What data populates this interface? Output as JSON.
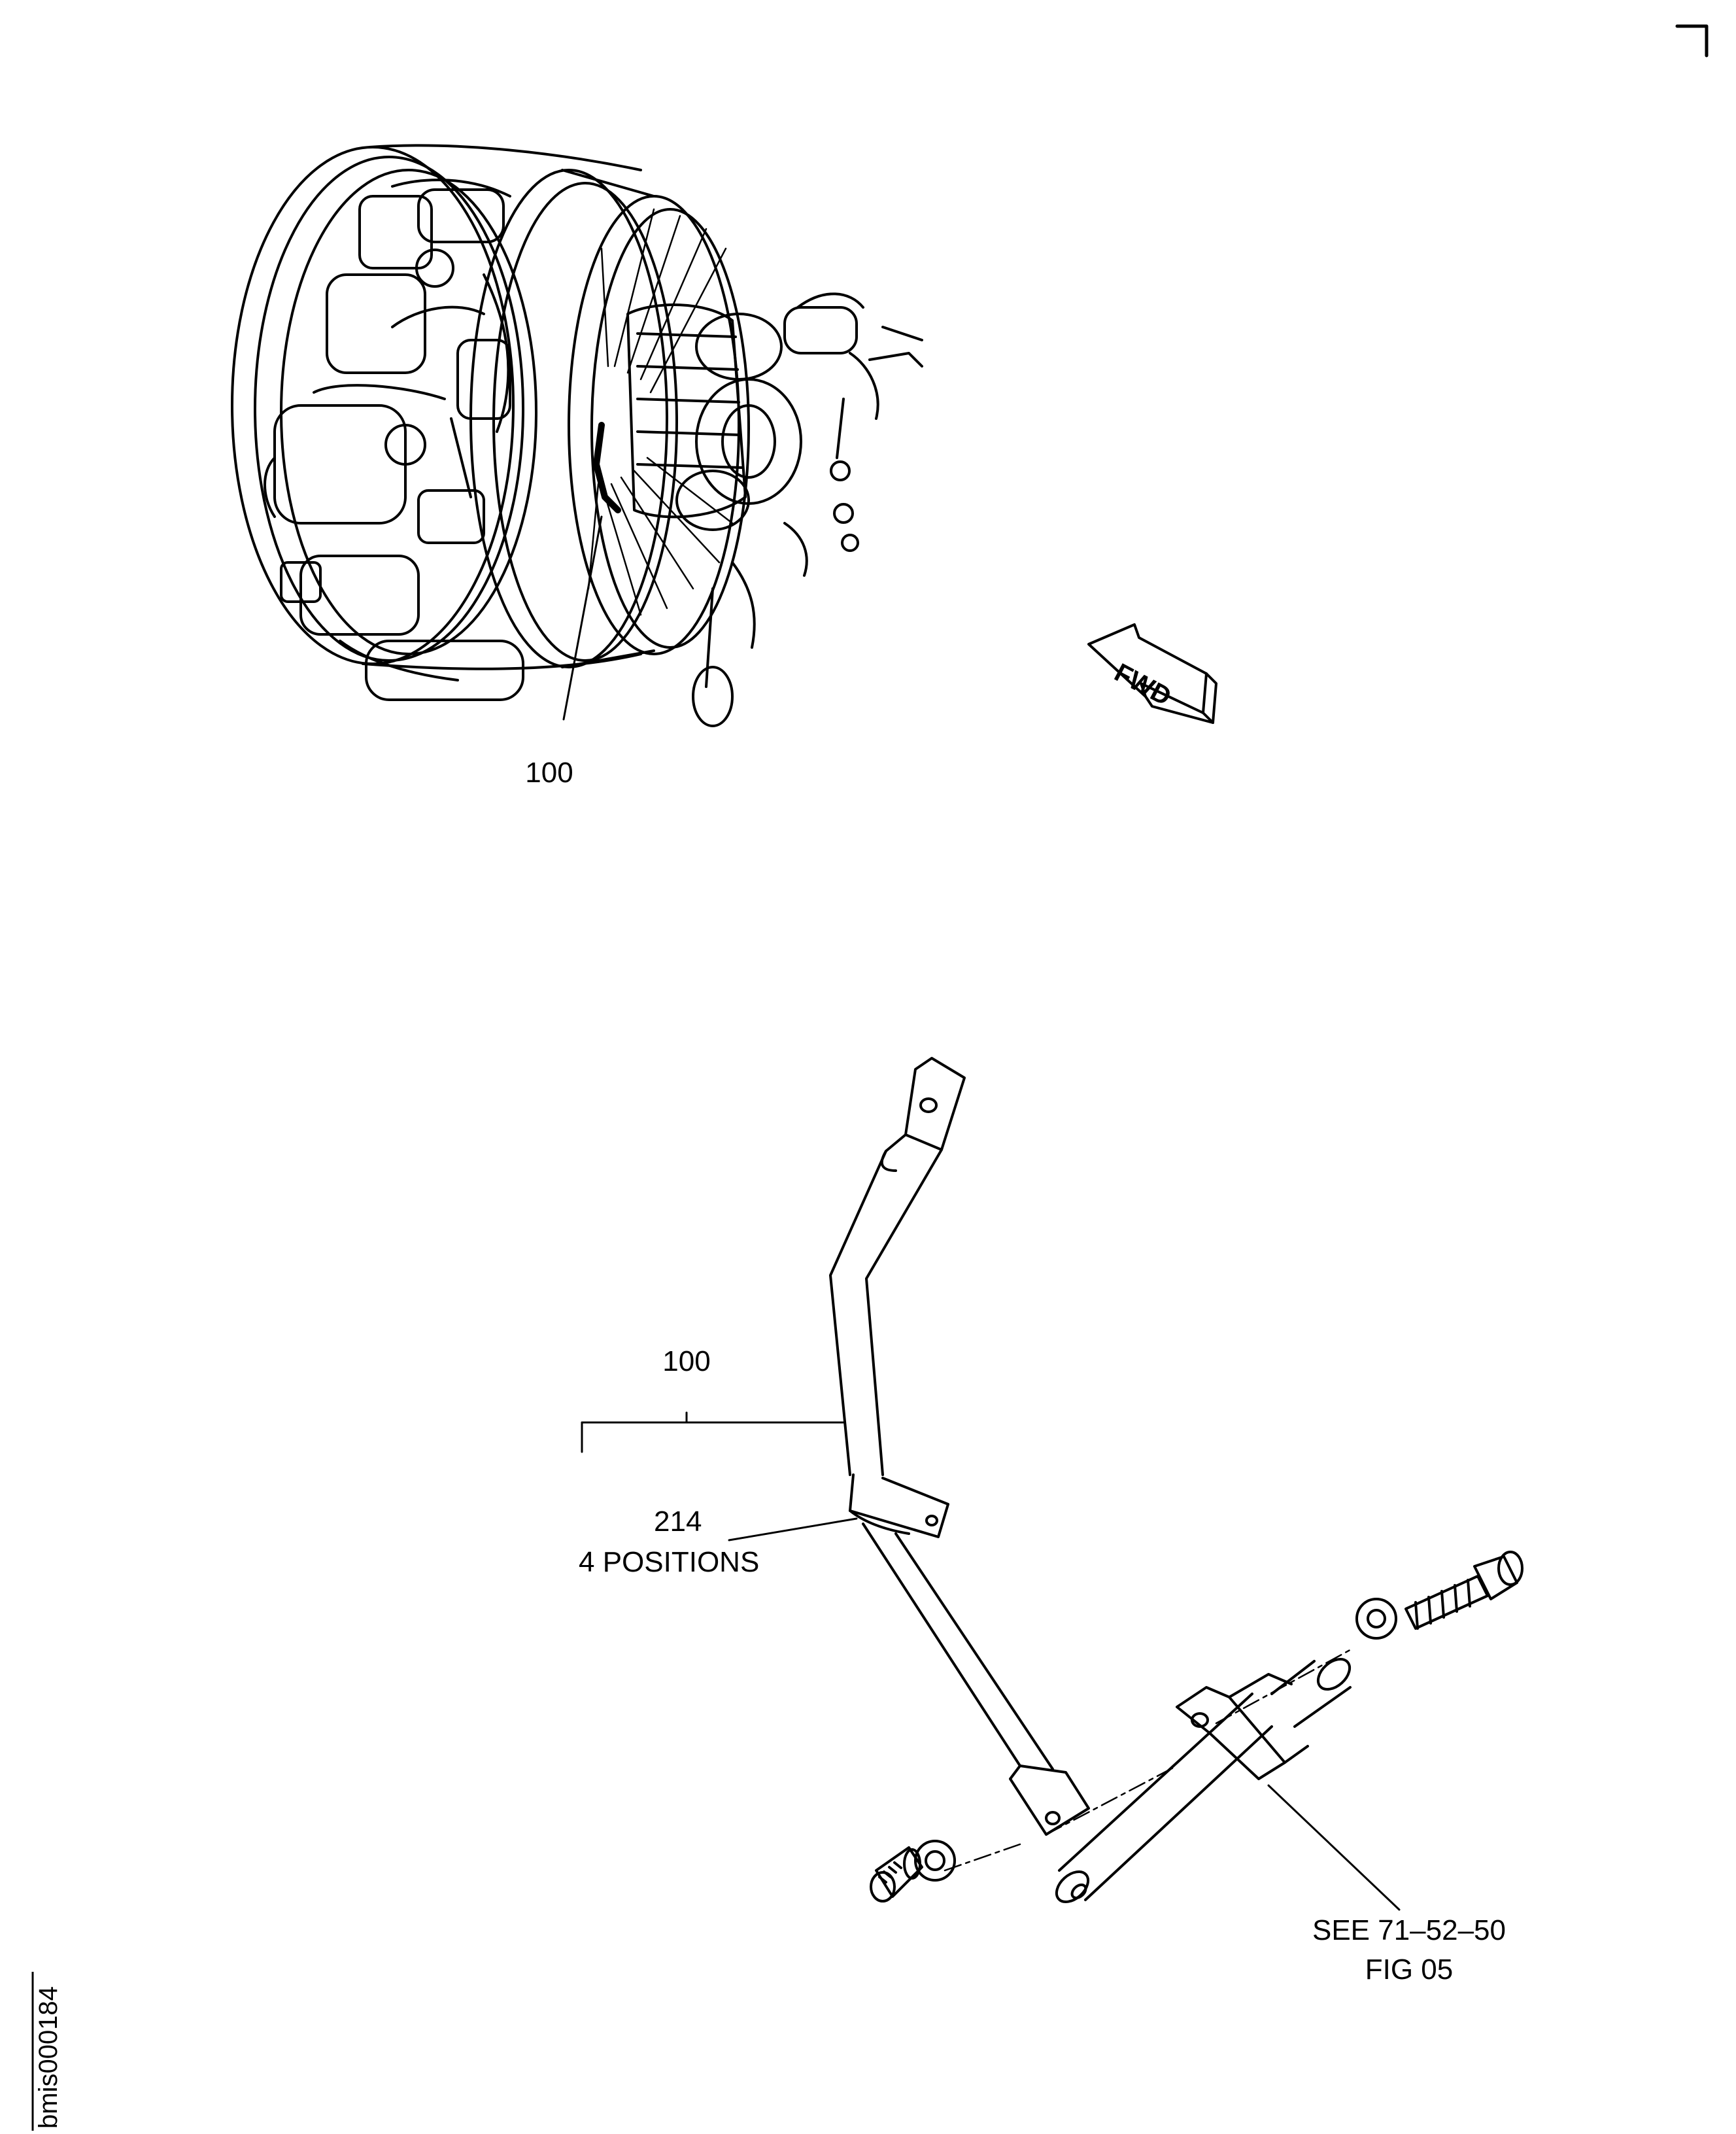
{
  "figure": {
    "figure_id": "bmis000184",
    "fwd_label": "FWD"
  },
  "callouts": {
    "top_item": "100",
    "assembly_item": "100",
    "clamp_item": "214",
    "clamp_note": "4 POSITIONS",
    "reference_line1": "SEE 71–52–50",
    "reference_line2": "FIG 05"
  },
  "colors": {
    "ink": "#000000",
    "paper": "#ffffff"
  }
}
